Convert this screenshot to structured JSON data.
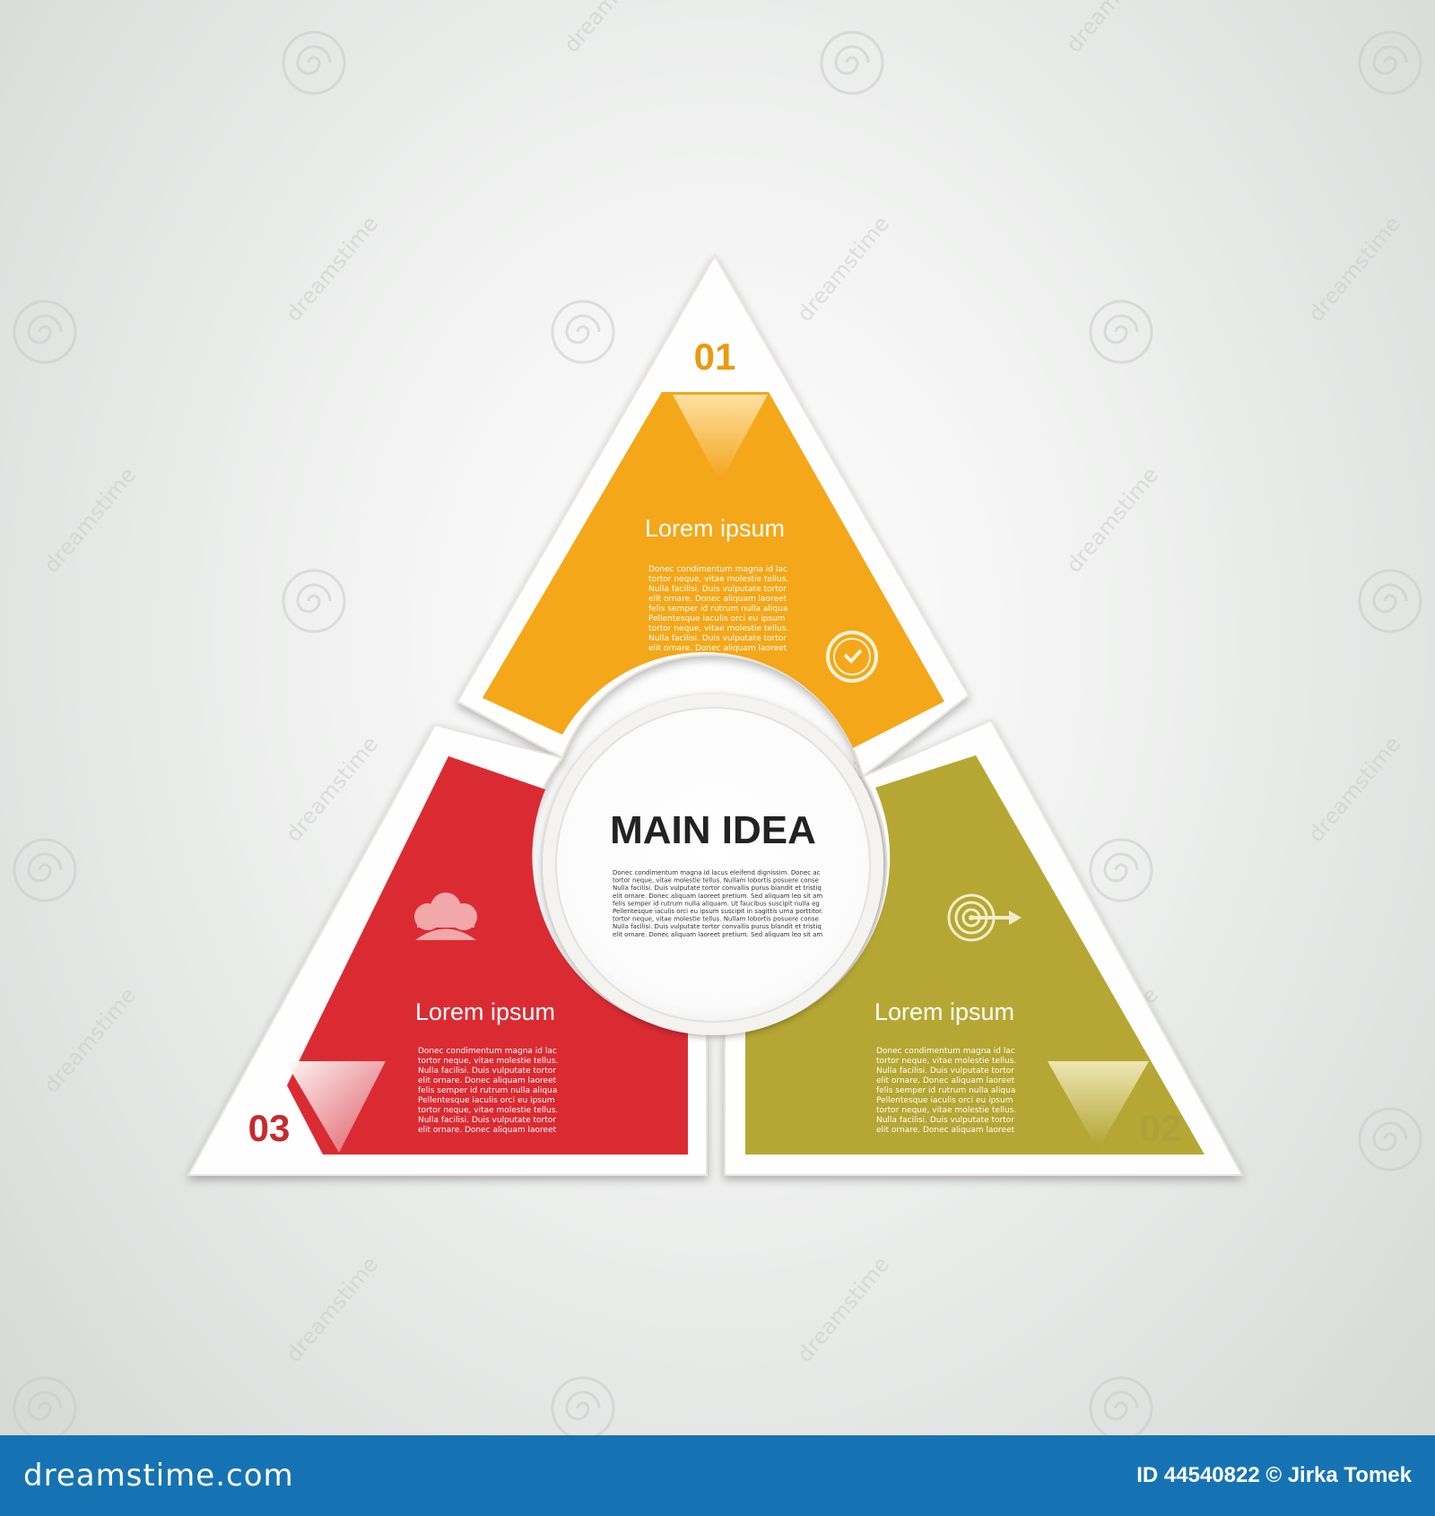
{
  "center": {
    "title": "MAIN IDEA",
    "text_lines": [
      "Donec condimentum magna id lacus eleifend dignissim. Donec ac",
      "tortor neque, vitae molestie tellus. Nullam lobortis posuere  conse",
      "Nulla facilisi. Duis vulputate tortor convallis purus blandit et tristiq",
      "elit ornare. Donec aliquam laoreet pretium. Sed aliquam leo sit am",
      "felis semper id rutrum nulla aliquam. Ut faucibus suscipit nulla eg",
      "Pellentesque iaculis orci eu ipsum suscipit in sagittis urna porttitor.",
      "tortor neque, vitae molestie tellus. Nullam lobortis posuere  conse",
      "Nulla facilisi. Duis vulputate tortor convallis purus blandit et tristiq",
      "elit ornare. Donec aliquam laoreet pretium. Sed aliquam leo sit am"
    ]
  },
  "sections": [
    {
      "number": "01",
      "title": "Lorem ipsum",
      "color": "#f4a718",
      "number_color": "#e99a12",
      "icon": "clock-icon",
      "text_lines": [
        "Donec condimentum magna id lac",
        "tortor neque, vitae molestie tellus.",
        "Nulla facilisi. Duis vulputate tortor",
        "elit ornare. Donec aliquam laoreet",
        "felis semper id rutrum nulla aliqua",
        "Pellentesque iaculis orci eu ipsum",
        "tortor neque, vitae molestie tellus.",
        "Nulla facilisi. Duis vulputate tortor",
        "elit ornare. Donec aliquam laoreet"
      ]
    },
    {
      "number": "02",
      "title": "Lorem ipsum",
      "color": "#b6a734",
      "number_color": "#ada23a",
      "icon": "target-icon",
      "text_lines": [
        "Donec condimentum magna id lac",
        "tortor neque, vitae molestie tellus.",
        "Nulla facilisi. Duis vulputate tortor",
        "elit ornare. Donec aliquam laoreet",
        "felis semper id rutrum nulla aliqua",
        "Pellentesque iaculis orci eu ipsum",
        "tortor neque, vitae molestie tellus.",
        "Nulla facilisi. Duis vulputate tortor",
        "elit ornare. Donec aliquam laoreet"
      ]
    },
    {
      "number": "03",
      "title": "Lorem ipsum",
      "color": "#db2b32",
      "number_color": "#c8292c",
      "icon": "cloud-icon",
      "text_lines": [
        "Donec condimentum magna id lac",
        "tortor neque, vitae molestie tellus.",
        "Nulla facilisi. Duis vulputate tortor",
        "elit ornare. Donec aliquam laoreet",
        "felis semper id rutrum nulla aliqua",
        "Pellentesque iaculis orci eu ipsum",
        "tortor neque, vitae molestie tellus.",
        "Nulla facilisi. Duis vulputate tortor",
        "elit ornare. Donec aliquam laoreet"
      ]
    }
  ],
  "watermark": {
    "text": "dreamstime",
    "icon": "spiral-logo-icon"
  },
  "footer": {
    "logo_text": "dreamstime.com",
    "credit": "ID 44540822 © Jirka Tomek",
    "color": "#1673b3"
  }
}
